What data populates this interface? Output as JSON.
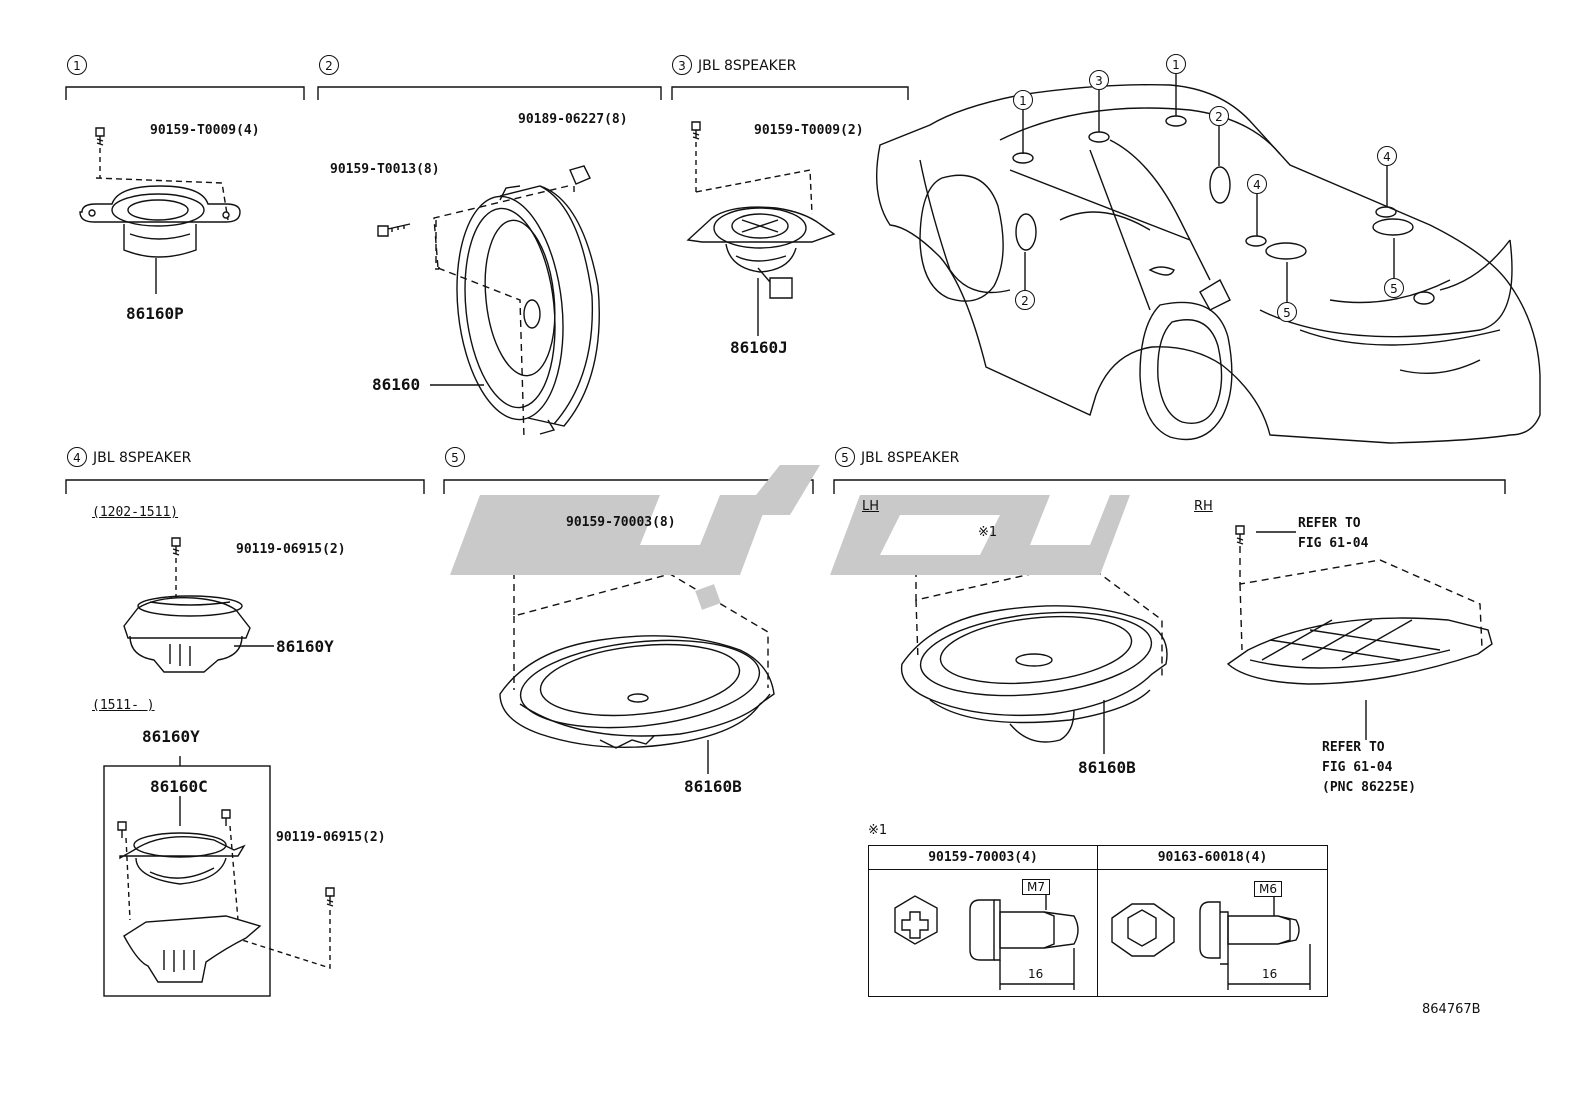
{
  "sections": [
    {
      "num": "1",
      "label": ""
    },
    {
      "num": "2",
      "label": ""
    },
    {
      "num": "3",
      "label": "JBL 8SPEAKER"
    },
    {
      "num": "4",
      "label": "JBL 8SPEAKER"
    },
    {
      "num": "5",
      "label": ""
    },
    {
      "num": "5",
      "label": "JBL 8SPEAKER"
    }
  ],
  "parts": {
    "s1_screw": "90159-T0009(4)",
    "s1_speaker": "86160P",
    "s2_clip": "90189-06227(8)",
    "s2_screw": "90159-T0013(8)",
    "s2_speaker": "86160",
    "s3_screw": "90159-T0009(2)",
    "s3_speaker": "86160J",
    "s4_range1": "(1202-1511)",
    "s4_screw1": "90119-06915(2)",
    "s4_speaker1": "86160Y",
    "s4_range2": "(1511-      )",
    "s4_speaker2": "86160Y",
    "s4_sub": "86160C",
    "s4_screw2": "90119-06915(2)",
    "s5a_screw": "90159-70003(8)",
    "s5a_speaker": "86160B",
    "s5b_lh": "LH",
    "s5b_rh": "RH",
    "s5b_note": "※1",
    "s5b_speaker": "86160B",
    "s5b_refer1_a": "REFER TO",
    "s5b_refer1_b": "FIG 61-04",
    "s5b_refer2_a": "REFER TO",
    "s5b_refer2_b": "FIG 61-04",
    "s5b_refer2_c": "(PNC 86225E)"
  },
  "car_callouts": [
    "1",
    "3",
    "1",
    "2",
    "4",
    "4",
    "2",
    "5",
    "5"
  ],
  "bolt_table": {
    "note": "※1",
    "left_header": "90159-70003(4)",
    "right_header": "90163-60018(4)",
    "left_size": "M7",
    "right_size": "M6",
    "left_length": "16",
    "right_length": "16"
  },
  "diagram_id": "864767B"
}
